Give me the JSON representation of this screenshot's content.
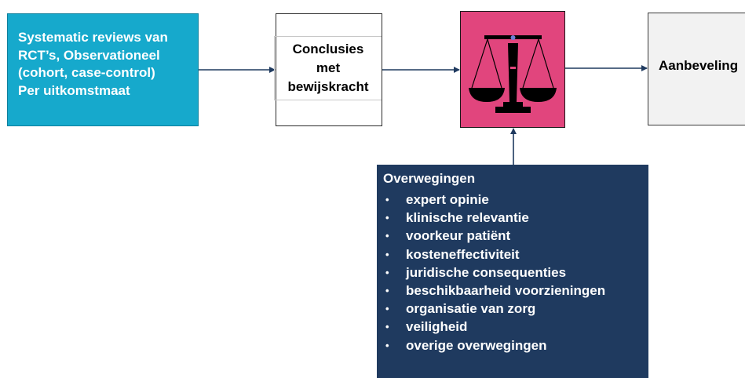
{
  "evidence": {
    "lines": [
      "Systematic reviews van",
      "RCT’s, Observationeel",
      "(cohort, case-control)",
      "Per uitkomstmaat"
    ]
  },
  "conclusies": {
    "lines": [
      "Conclusies",
      "met",
      "bewijskracht"
    ]
  },
  "balance": {
    "icon": "balance-scale-icon",
    "background": "#e1457d"
  },
  "aanbeveling": {
    "label": "Aanbeveling"
  },
  "overwegingen": {
    "title": "Overwegingen",
    "items": [
      "expert opinie",
      "klinische relevantie",
      "voorkeur patiënt",
      "kosteneffectiviteit",
      "juridische consequenties",
      "beschikbaarheid voorzieningen",
      "organisatie van zorg",
      "veiligheid",
      "overige overwegingen"
    ],
    "bullet": "•"
  },
  "colors": {
    "evidence_bg": "#16a9cc",
    "overwegingen_bg": "#1f3a5f",
    "arrow": "#1f3a5f"
  }
}
